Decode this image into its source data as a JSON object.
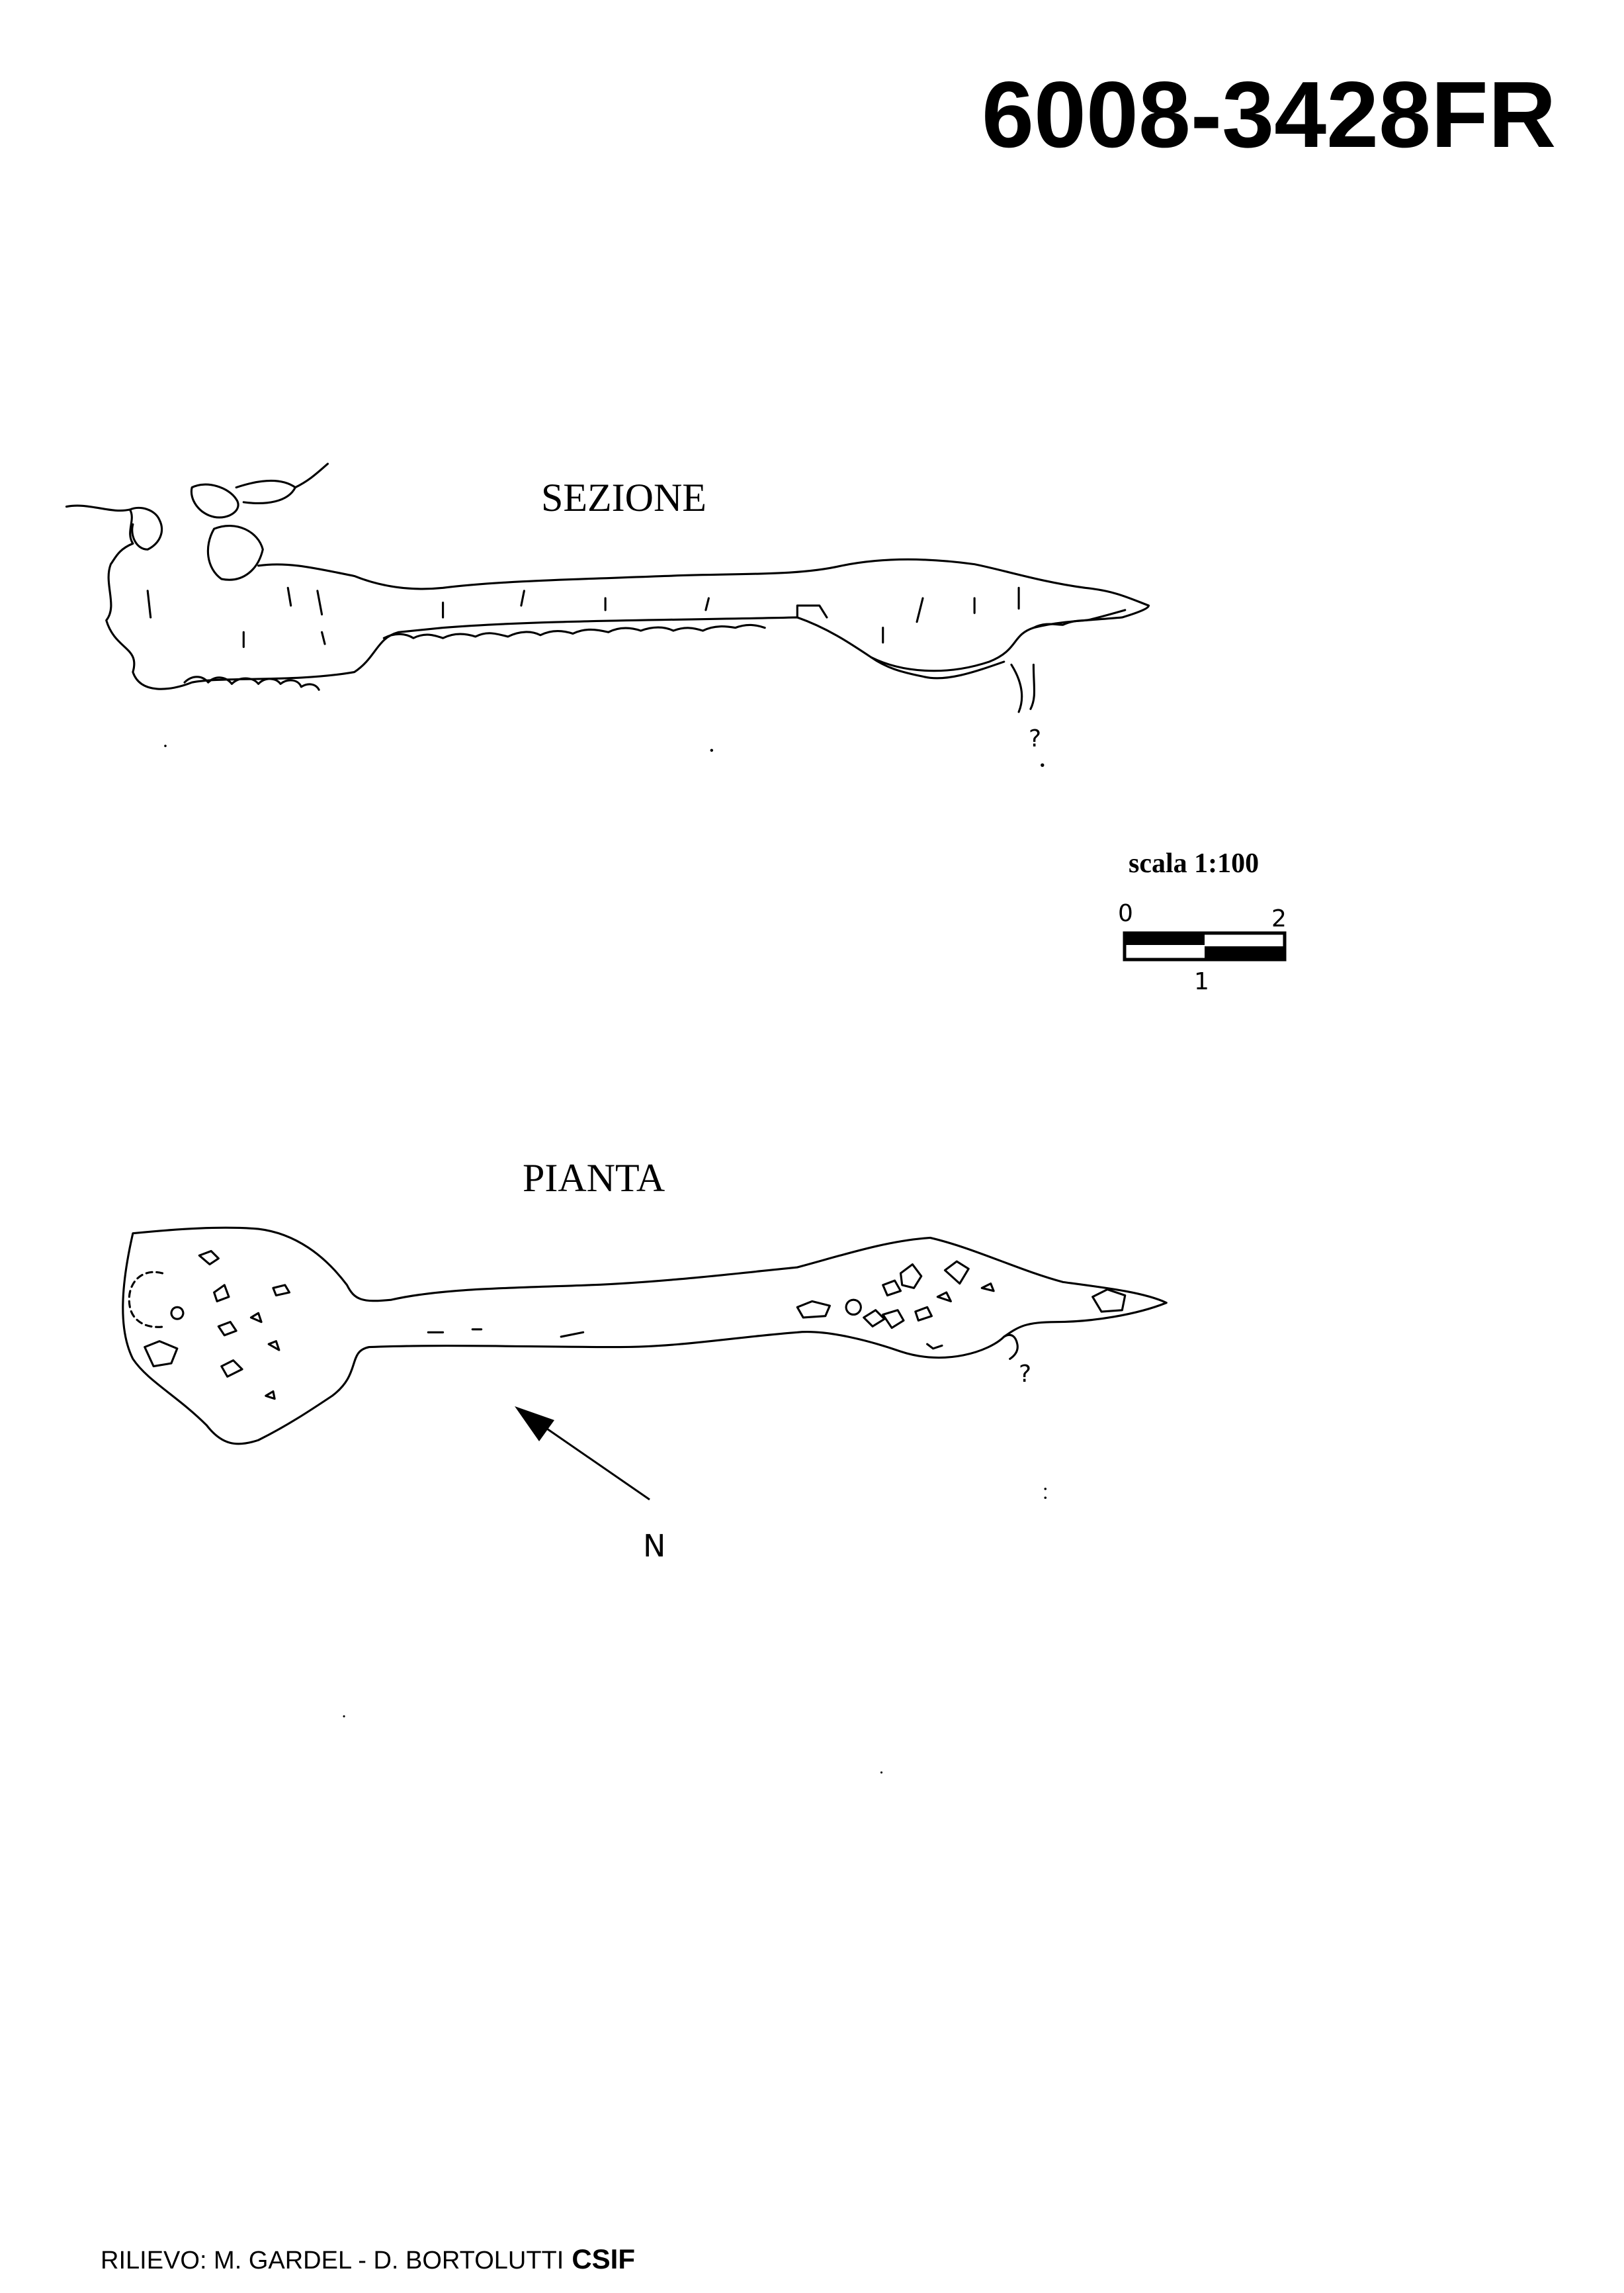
{
  "title": "6008-3428FR",
  "section": {
    "label": "SEZIONE",
    "unknown_mark": "?"
  },
  "plan": {
    "label": "PIANTA",
    "unknown_mark": "?",
    "north_label": "N"
  },
  "scale": {
    "label": "scala 1:100",
    "tick_start": "0",
    "tick_end": "2",
    "tick_mid": "1"
  },
  "footer": {
    "credits": "RILIEVO: M. GARDEL - D. BORTOLUTTI",
    "organization": "CSIF"
  }
}
